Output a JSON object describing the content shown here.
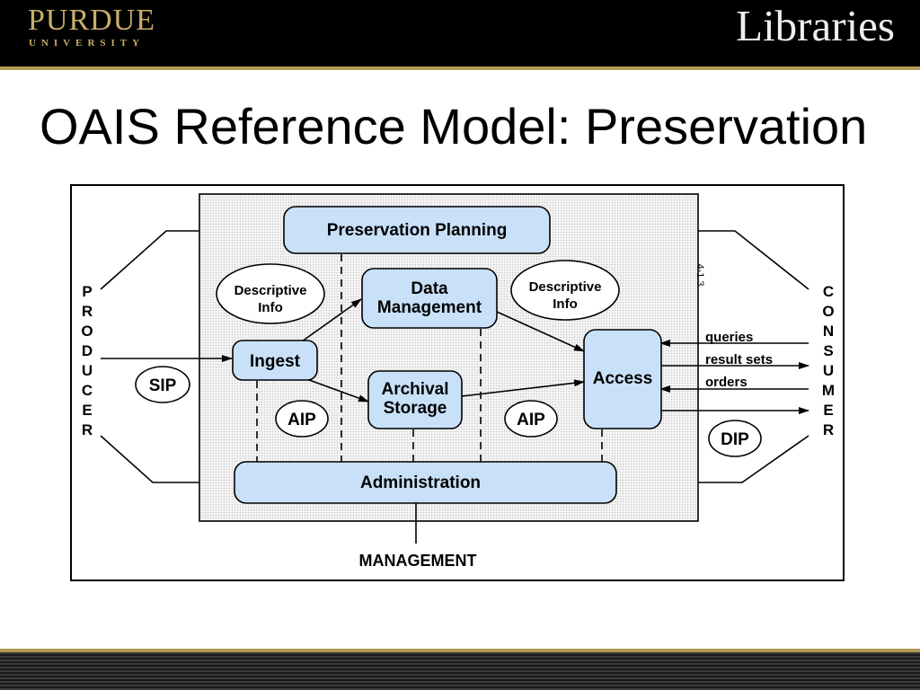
{
  "header": {
    "logo_main": "PURDUE",
    "logo_sub": "UNIVERSITY",
    "libraries": "Libraries"
  },
  "title": "OAIS Reference Model: Preservation",
  "diagram": {
    "preservation_planning": "Preservation Planning",
    "data_management": [
      "Data",
      "Management"
    ],
    "descriptive_info_left": [
      "Descriptive",
      "Info"
    ],
    "descriptive_info_right": [
      "Descriptive",
      "Info"
    ],
    "ingest": "Ingest",
    "archival_storage": [
      "Archival",
      "Storage"
    ],
    "access": "Access",
    "administration": "Administration",
    "management": "MANAGEMENT",
    "sip": "SIP",
    "aip_left": "AIP",
    "aip_right": "AIP",
    "dip": "DIP",
    "producer": [
      "P",
      "R",
      "O",
      "D",
      "U",
      "C",
      "E",
      "R"
    ],
    "consumer": [
      "C",
      "O",
      "N",
      "S",
      "U",
      "M",
      "E",
      "R"
    ],
    "queries": "queries",
    "result_sets": "result sets",
    "orders": "orders",
    "figure_id": "4-1.3"
  },
  "colors": {
    "box_fill": "#c8e1f8",
    "panel": "#e9e9e9",
    "gold": "#b59a57"
  }
}
